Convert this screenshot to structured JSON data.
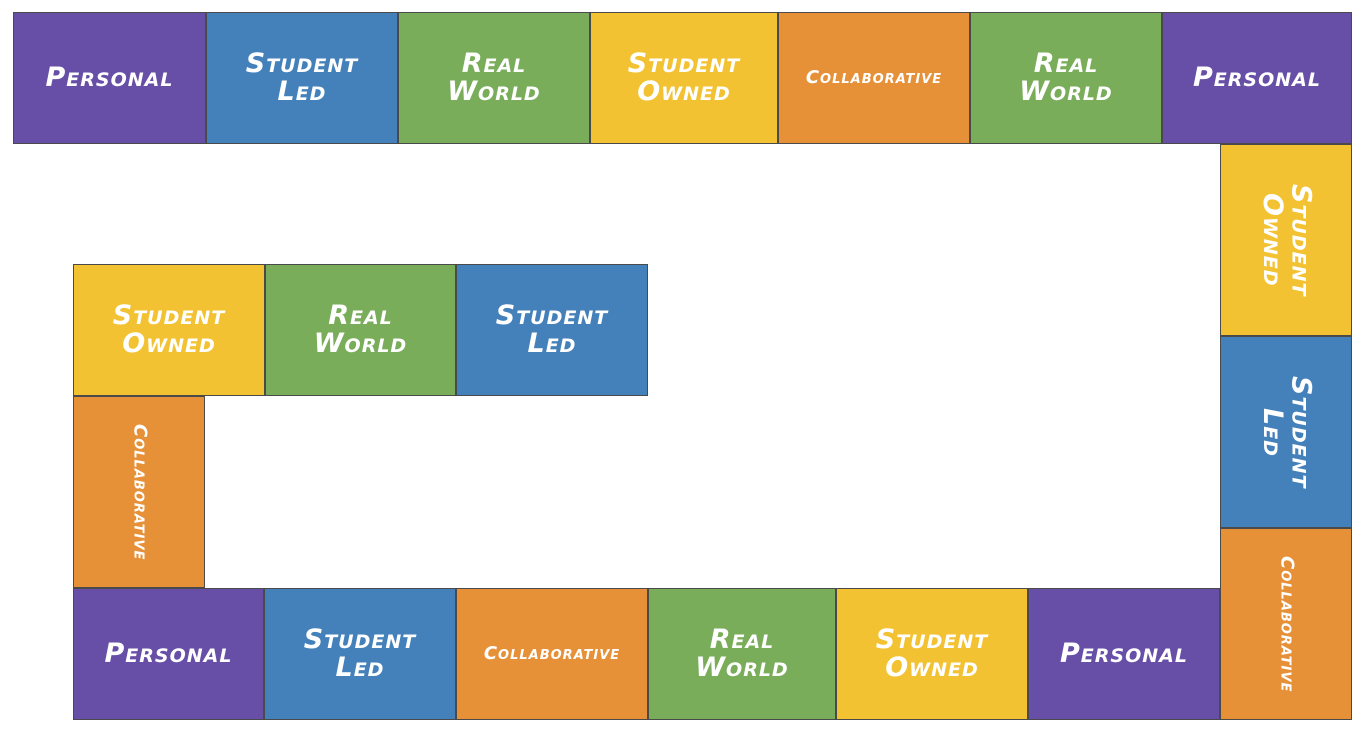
{
  "colors": {
    "personal": "#674ea7",
    "student_led": "#4481ba",
    "real_world": "#79ad5a",
    "student_owned": "#f2c232",
    "collaborative": "#e69138"
  },
  "tiles": [
    {
      "type": "personal",
      "label": "Personal"
    },
    {
      "type": "student_led",
      "label": "Student\nLed"
    },
    {
      "type": "real_world",
      "label": "Real\nWorld"
    },
    {
      "type": "student_owned",
      "label": "Student\nOwned"
    },
    {
      "type": "collaborative",
      "label": "Collaborative"
    },
    {
      "type": "real_world",
      "label": "Real\nWorld"
    },
    {
      "type": "personal",
      "label": "Personal"
    },
    {
      "type": "student_owned",
      "label": "Student\nOwned"
    },
    {
      "type": "student_led",
      "label": "Student\nLed"
    },
    {
      "type": "collaborative",
      "label": "Collaborative"
    },
    {
      "type": "personal",
      "label": "Personal"
    },
    {
      "type": "student_owned",
      "label": "Student\nOwned"
    },
    {
      "type": "real_world",
      "label": "Real\nWorld"
    },
    {
      "type": "collaborative",
      "label": "Collaborative"
    },
    {
      "type": "student_led",
      "label": "Student\nLed"
    },
    {
      "type": "personal",
      "label": "Personal"
    },
    {
      "type": "collaborative",
      "label": "Collaborative"
    },
    {
      "type": "student_owned",
      "label": "Student\nOwned"
    },
    {
      "type": "real_world",
      "label": "Real\nWorld"
    },
    {
      "type": "student_led",
      "label": "Student\nLed"
    }
  ]
}
